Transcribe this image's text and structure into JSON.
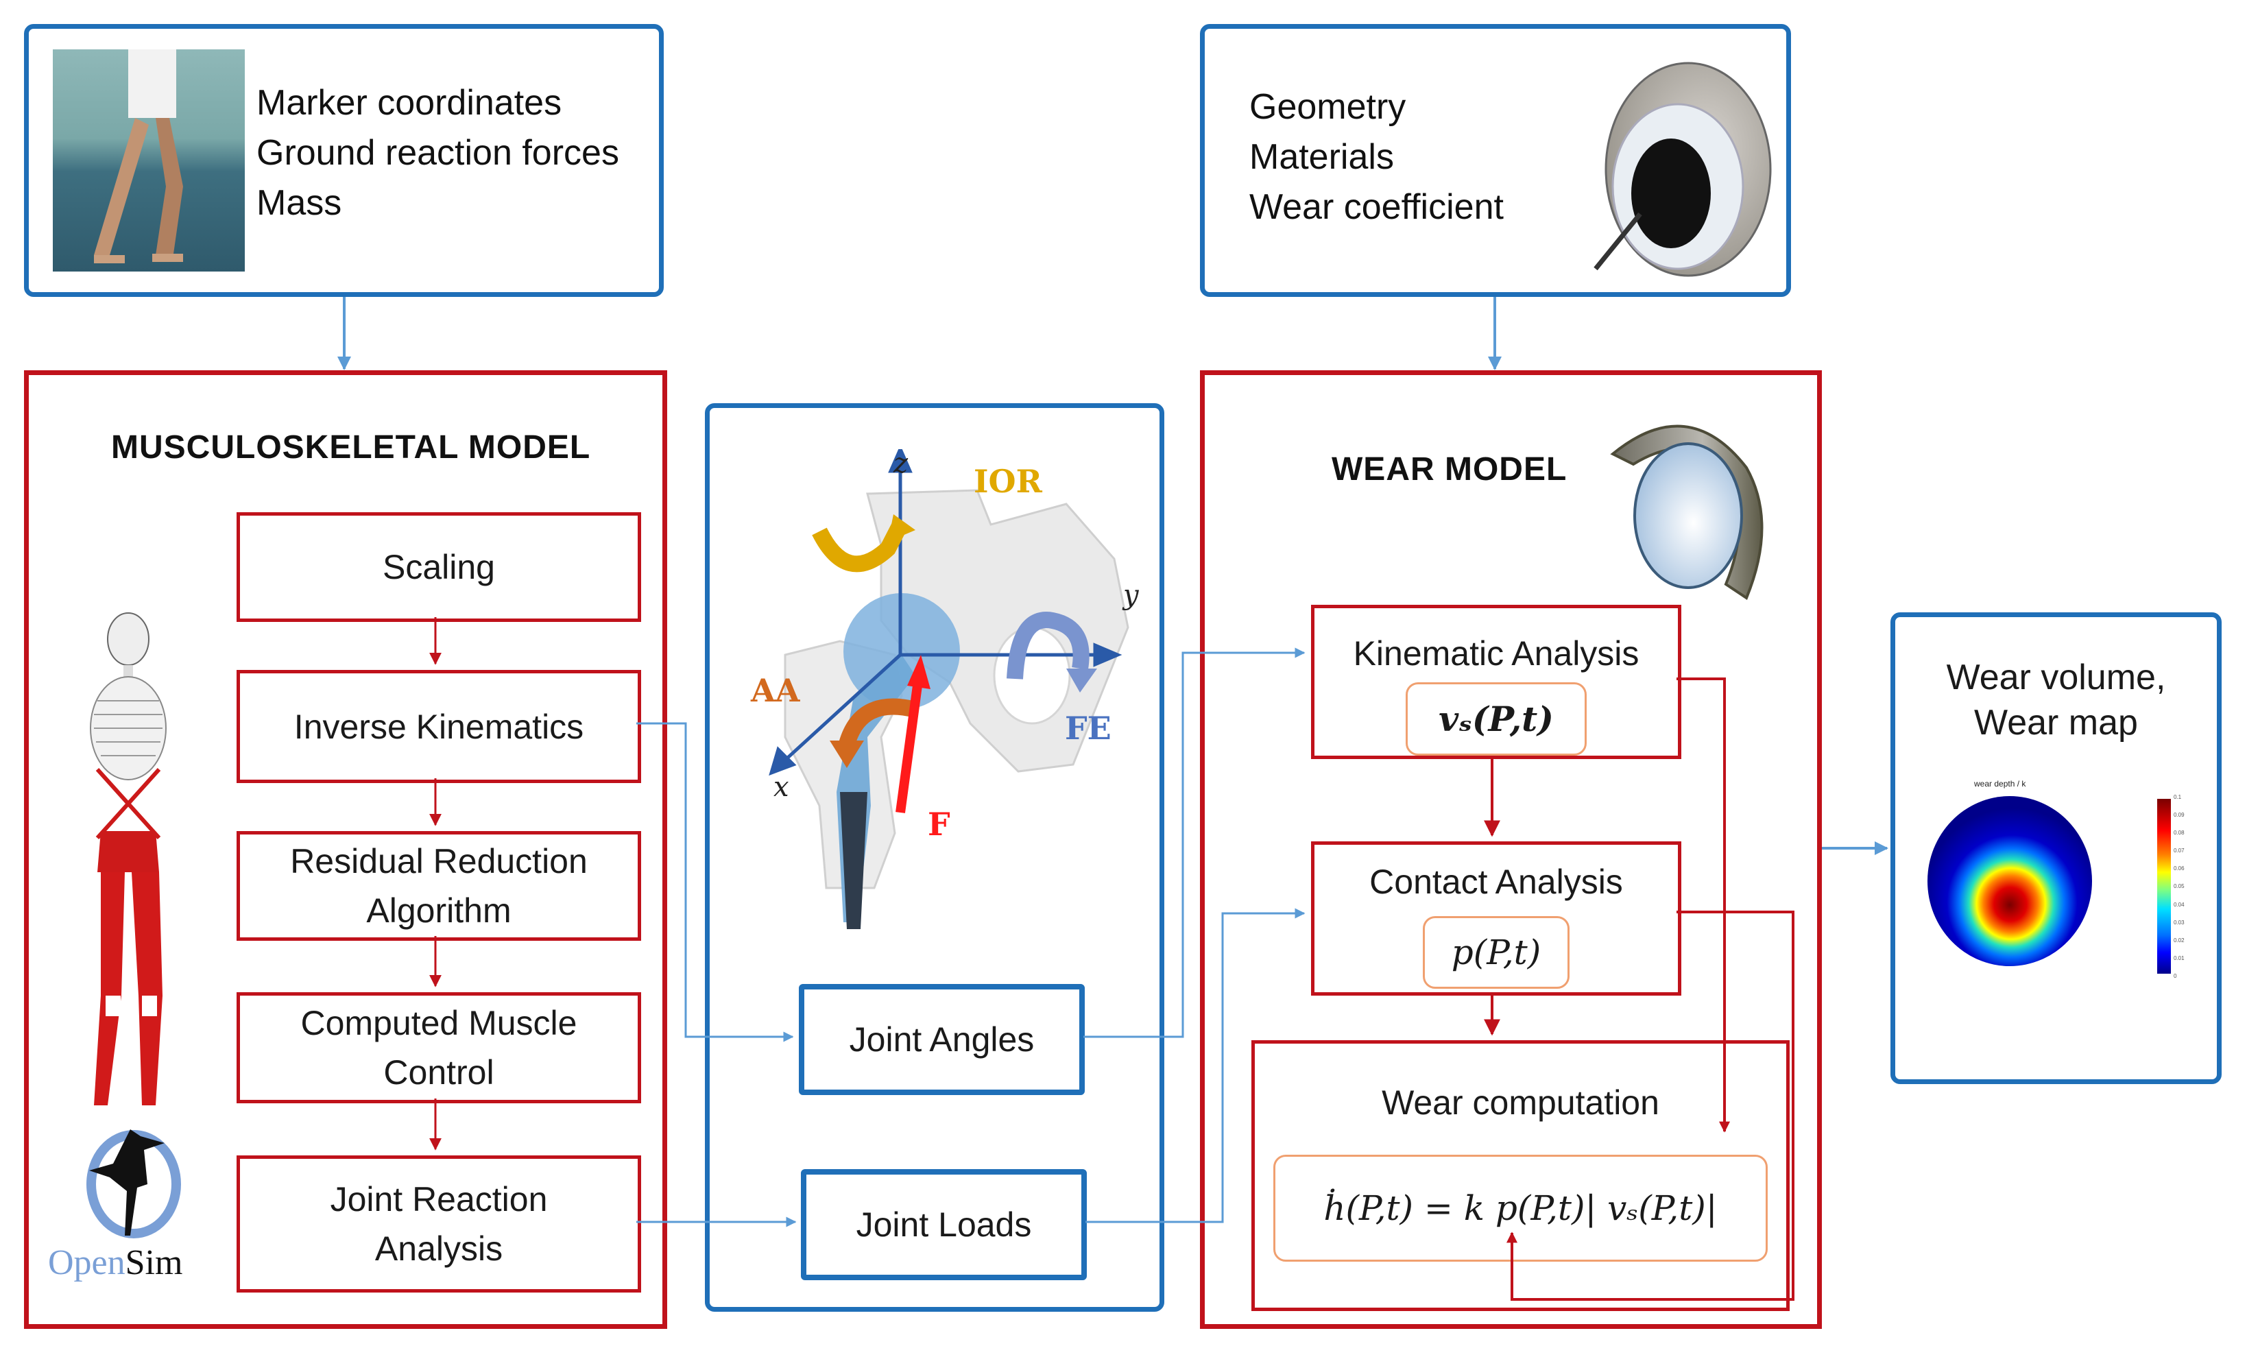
{
  "inputs_left": {
    "lines": [
      "Marker coordinates",
      "Ground reaction forces",
      "Mass"
    ],
    "image": "gait-walking-photo"
  },
  "inputs_right": {
    "lines": [
      "Geometry",
      "Materials",
      "Wear coefficient"
    ],
    "image": "acetabular-cup-photo"
  },
  "musculoskeletal": {
    "title": "MUSCULOSKELETAL MODEL",
    "steps": [
      {
        "line1": "Scaling",
        "line2": ""
      },
      {
        "line1": "Inverse Kinematics",
        "line2": ""
      },
      {
        "line1": "Residual Reduction",
        "line2": "Algorithm"
      },
      {
        "line1": "Computed Muscle",
        "line2": "Control"
      },
      {
        "line1": "Joint Reaction",
        "line2": "Analysis"
      }
    ],
    "logo": {
      "part1": "Open",
      "part2": "Sim"
    }
  },
  "joint": {
    "axes": {
      "z": "z",
      "y": "y",
      "x": "x"
    },
    "rotations": {
      "ior": "IOR",
      "aa": "AA",
      "fe": "FE"
    },
    "force": "F",
    "outputs": [
      "Joint Angles",
      "Joint Loads"
    ]
  },
  "wear_model": {
    "title": "WEAR MODEL",
    "kinematic": {
      "label": "Kinematic Analysis",
      "formula": "vₛ(P,t)"
    },
    "contact": {
      "label": "Contact Analysis",
      "formula": "p(P,t)"
    },
    "wear": {
      "label": "Wear computation",
      "formula": "ḣ(P,t) = k p(P,t)| vₛ(P,t)|"
    }
  },
  "output": {
    "title_line1": "Wear volume,",
    "title_line2": "Wear map",
    "map_title": "wear depth / k",
    "colorbar_ticks": [
      "0.1",
      "0.09",
      "0.08",
      "0.07",
      "0.06",
      "0.05",
      "0.04",
      "0.03",
      "0.02",
      "0.01",
      "0"
    ]
  },
  "colors": {
    "blue": "#1f6fb8",
    "red": "#c0121b",
    "connector_blue": "#5b9bd5",
    "formula_border": "#f0a070",
    "ior": "#e0a800",
    "aa": "#d2691e",
    "fe": "#4a72c0",
    "force": "#ff1a1a"
  }
}
